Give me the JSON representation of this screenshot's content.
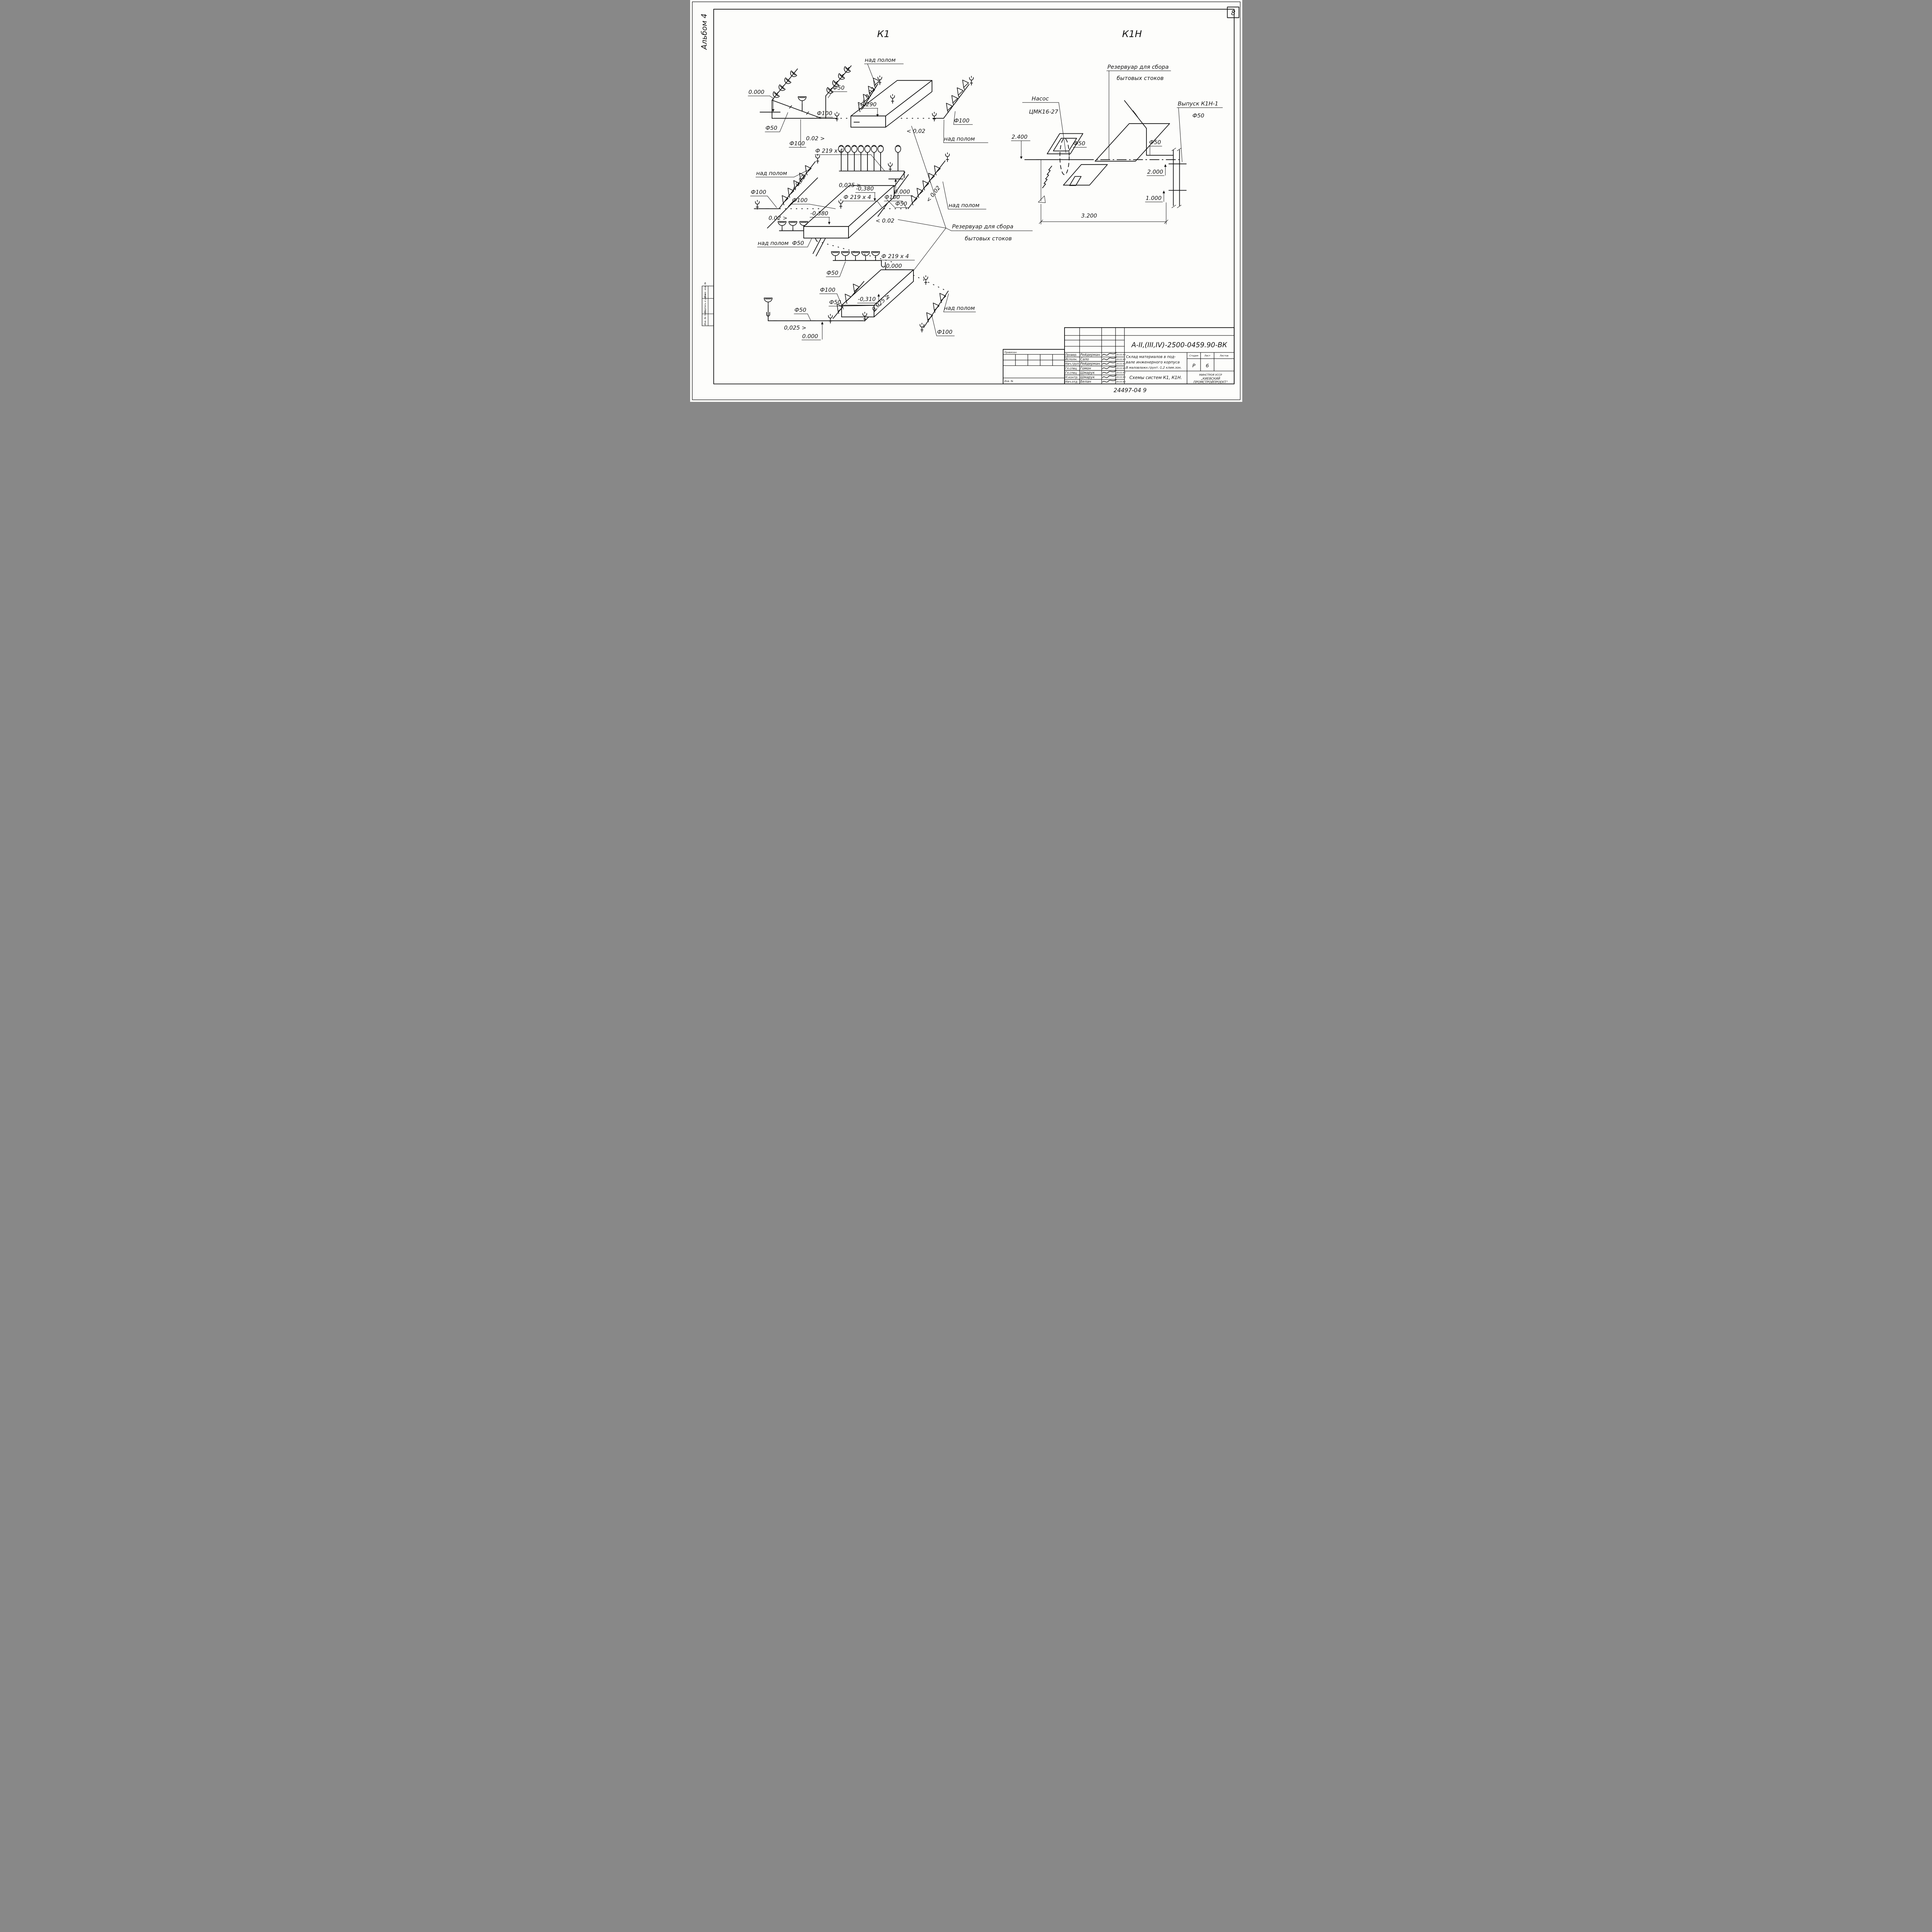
{
  "sheet": {
    "page_number": "8",
    "album_label": "Альбом 4",
    "footer_code": "24497-04  9",
    "margin_labels": [
      "Взам. инв. №",
      "Подпись и дата",
      "Инв. № подл."
    ]
  },
  "schemes": {
    "k1": {
      "title": "К1",
      "reservoir_line1": "Резервуар для сбора",
      "reservoir_line2": "бытовых стоков",
      "ann": [
        "над полом",
        "0.000",
        "Ф50",
        "Ф50",
        "Ф100",
        "0.02 >",
        "Ф 219 x 4",
        "Ф100",
        "-0,290",
        "< 0,02",
        "< 0,02",
        "Ф100",
        "над полом",
        "над полом",
        "Ф100",
        "< 0,02",
        "0.02 >",
        "Ф100",
        "-0,380",
        "-0.380",
        "Ф100",
        "< 0.02",
        "< 0,02",
        "над полом",
        "0,025 >",
        "Ф 219 x 4",
        "0.000",
        "Ф50",
        "над полом",
        "Ф50",
        "Ф 219 x 4",
        "0,000",
        "Ф50",
        "Ф100",
        "-0,310",
        "над полом",
        "Ф100",
        "Ф50",
        "0,025 >",
        "0.000",
        "0.025 >",
        "Ф50"
      ]
    },
    "k1n": {
      "title": "К1Н",
      "ann": [
        "Насос",
        "ЦМК16-27",
        "Резервуар для сбора",
        "бытовых стоков",
        "Выпуск К1Н-1",
        "Ф50",
        "2.400",
        "Ф50",
        "Ф50",
        "2.000",
        "1.000",
        "3.200"
      ]
    }
  },
  "title_block": {
    "doc_number": "А-II,(III,IV)-2500-0459.90-ВК",
    "binding_label": "Привязан",
    "inv_label": "Инв. №",
    "signature_rows": [
      {
        "role": "Провер.",
        "name": "Рейдерман",
        "date": "29.03.90"
      },
      {
        "role": "Исполн.",
        "name": "Сало",
        "date": "29.03.90"
      },
      {
        "role": "Нач.груп",
        "name": "Рейдерман",
        "date": "29.03.90"
      },
      {
        "role": "Гл.спец",
        "name": "Гомон",
        "date": "29.03.90"
      },
      {
        "role": "Гл.спец",
        "name": "Шмарук",
        "date": "29.03.90"
      },
      {
        "role": "Н.контр.",
        "name": "Шмарук",
        "date": "29.03.90"
      },
      {
        "role": "Нач.отд.",
        "name": "Белан",
        "date": "29.03.90"
      }
    ],
    "project_line1": "Склад материалов в под-",
    "project_line2": "вале инженерного корпуса",
    "project_line3": "В маловлажн.грунт.-1,2 клим.зон.",
    "sheet_title": "Схемы систем К1, К1Н.",
    "stage_header": "Стадия",
    "sheet_header": "Лист",
    "sheets_header": "Листов",
    "stage_value": "Р",
    "sheet_value": "6",
    "org_line1": "МИНСТРОЯ УССР",
    "org_line2": "„КИЕВСКИЙ",
    "org_line3": "ПРОМСТРОЙПРОЕКТ“"
  }
}
